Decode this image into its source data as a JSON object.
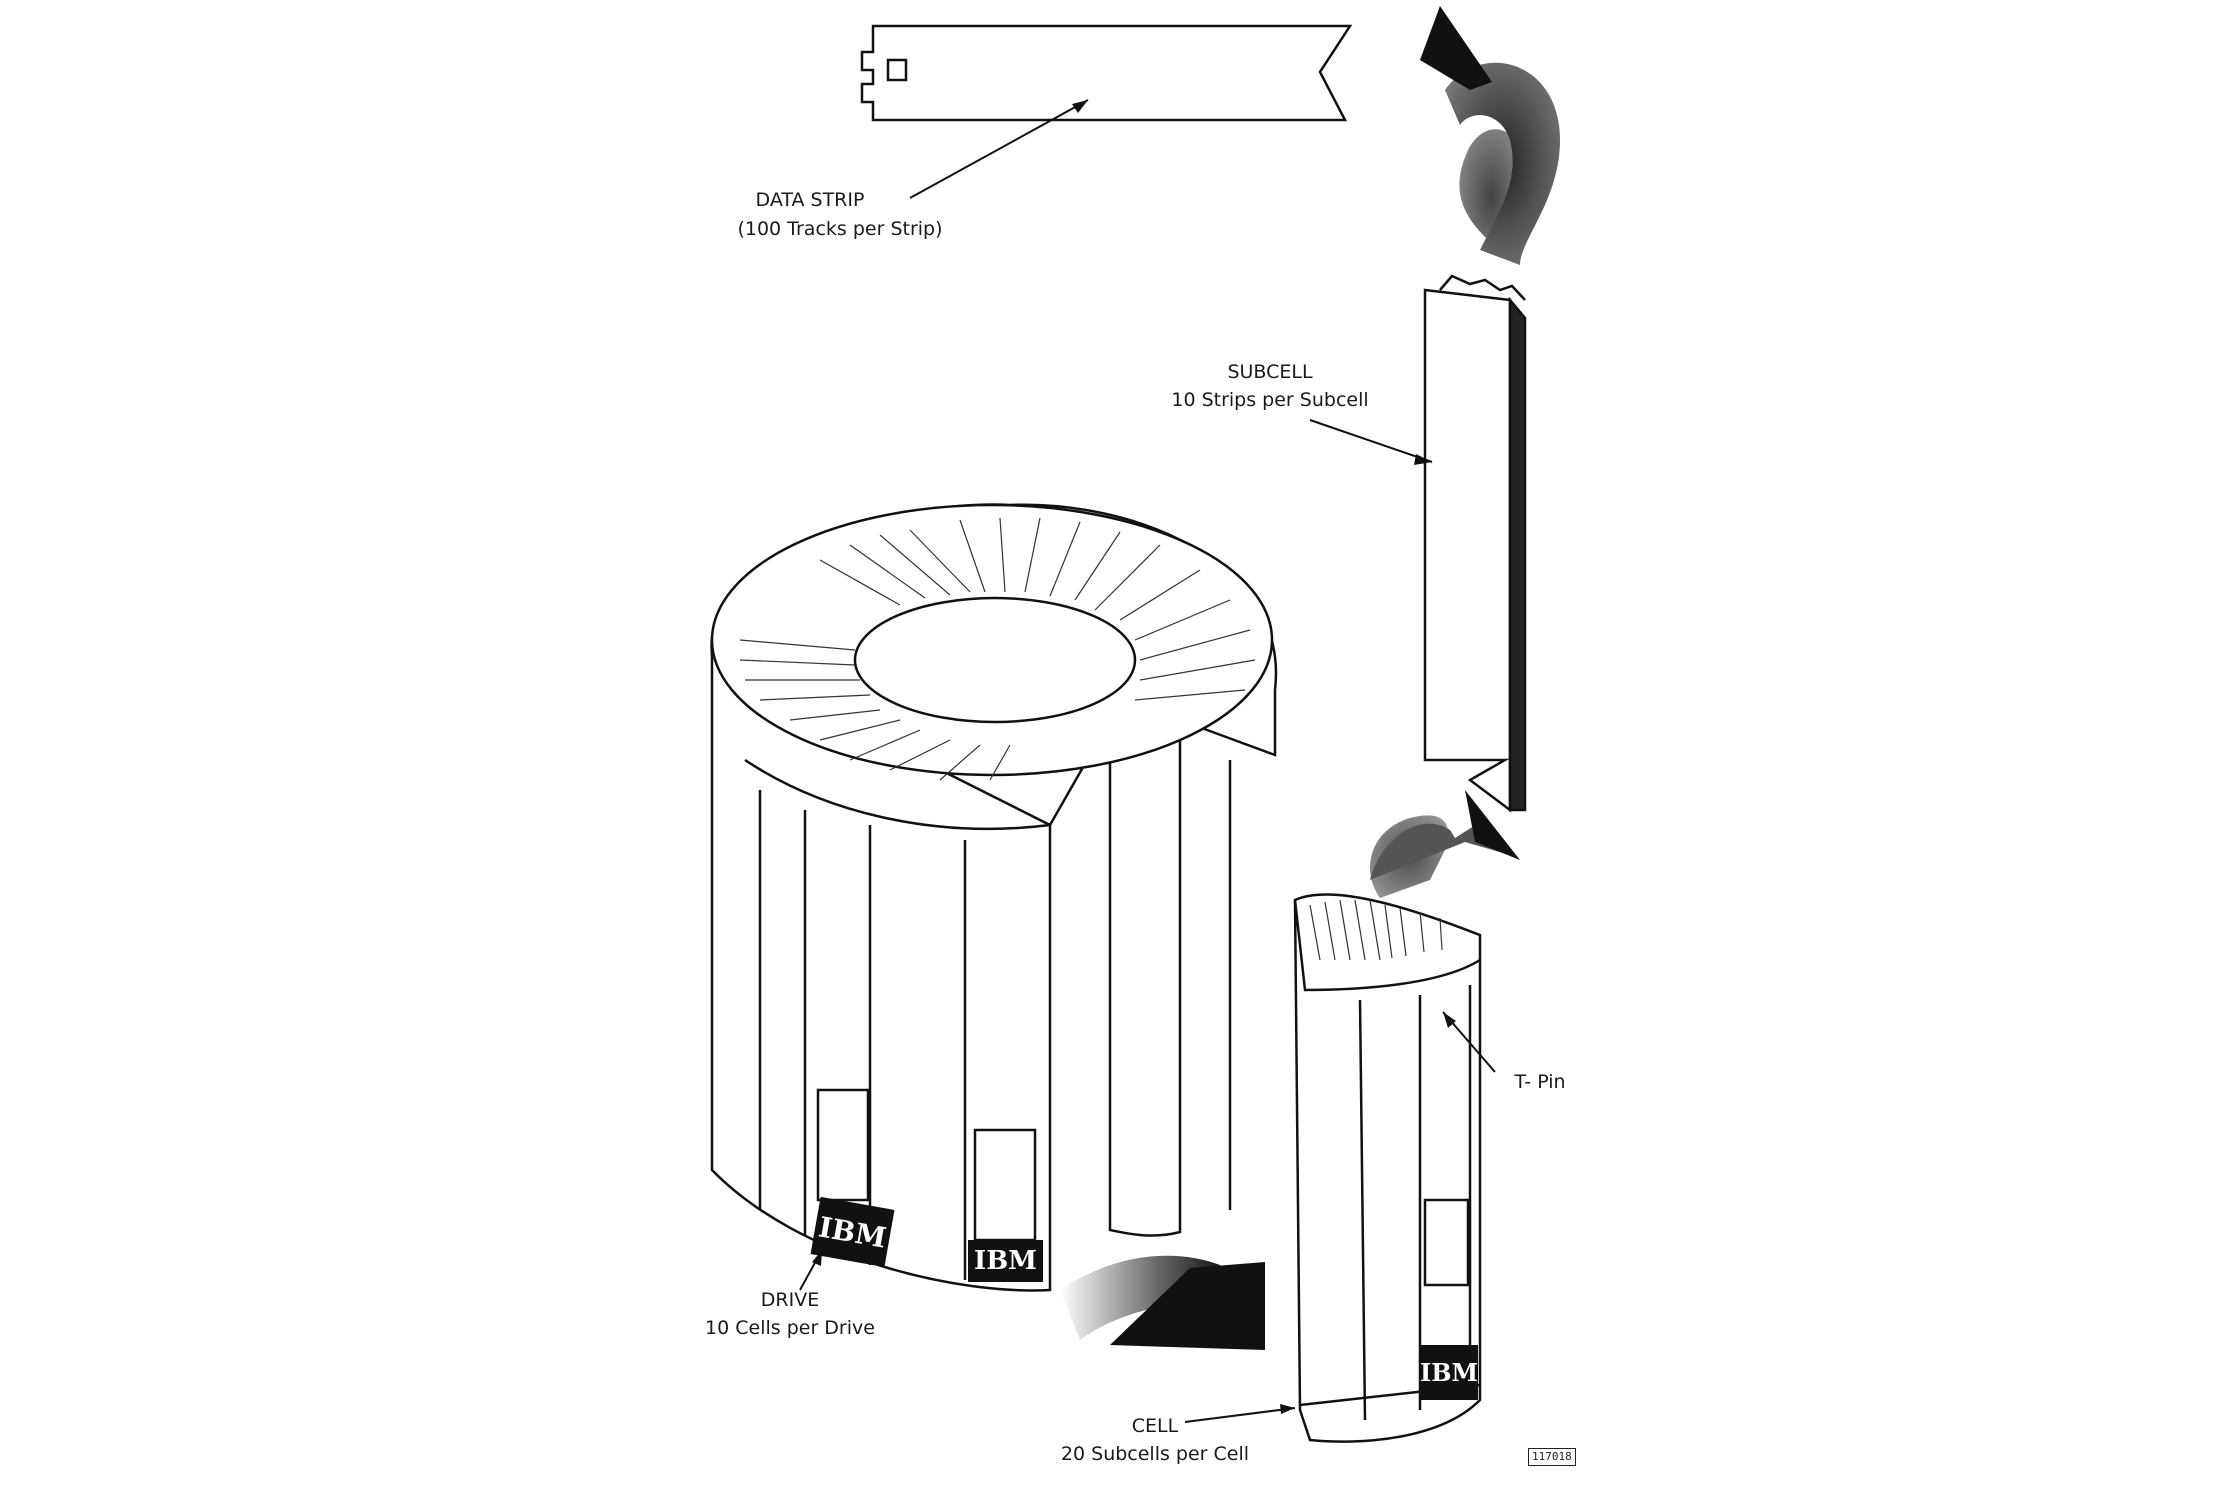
{
  "labels": {
    "data_strip": {
      "title": "DATA STRIP",
      "subtitle": "(100 Tracks per Strip)"
    },
    "subcell": {
      "title": "SUBCELL",
      "subtitle": "10 Strips per Subcell"
    },
    "t_pin": {
      "title": "T- Pin"
    },
    "drive": {
      "title": "DRIVE",
      "subtitle": "10 Cells per Drive"
    },
    "cell": {
      "title": "CELL",
      "subtitle": "20 Subcells per Cell"
    },
    "figure_number": "117018"
  },
  "logos": {
    "brand": "IBM"
  },
  "colors": {
    "ink": "#111111",
    "paper": "#ffffff"
  }
}
